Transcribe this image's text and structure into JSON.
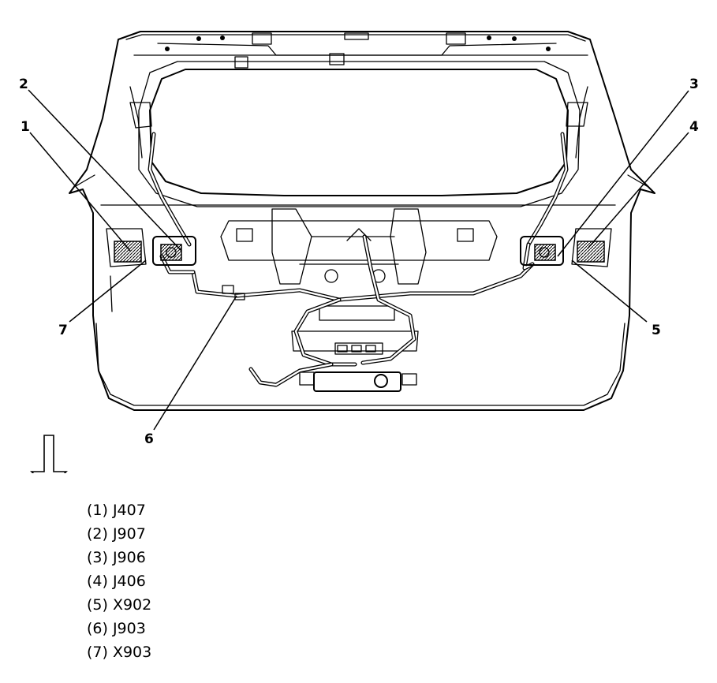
{
  "callouts": [
    {
      "num": "1"
    },
    {
      "num": "2"
    },
    {
      "num": "3"
    },
    {
      "num": "4"
    },
    {
      "num": "5"
    },
    {
      "num": "6"
    },
    {
      "num": "7"
    }
  ],
  "legend": [
    {
      "label": "(1) J407"
    },
    {
      "label": "(2) J907"
    },
    {
      "label": "(3) J906"
    },
    {
      "label": "(4) J406"
    },
    {
      "label": "(5) X902"
    },
    {
      "label": "(6) J903"
    },
    {
      "label": "(7) X903"
    }
  ],
  "icons": {
    "view_direction": "down-arrow-icon"
  },
  "colors": {
    "ink": "#000000",
    "background": "#ffffff"
  }
}
